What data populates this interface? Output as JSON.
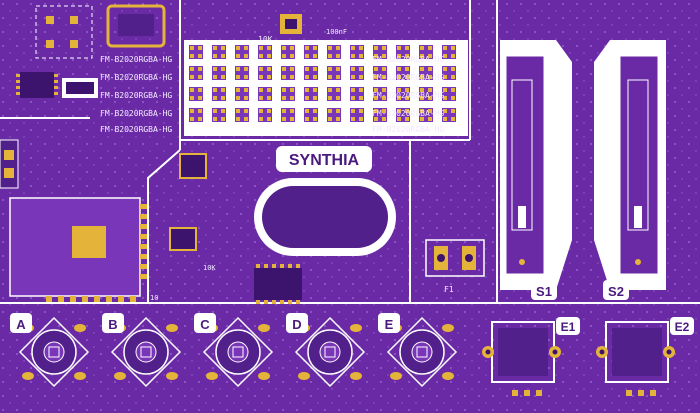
{
  "board": {
    "title": "SYNTHIA",
    "colors": {
      "pcb": "#6a2aa6",
      "pcb_dark": "#51208a",
      "silk": "#ffffff",
      "pad": "#e4b43a",
      "hole": "#3c146e"
    }
  },
  "led_matrix": {
    "part_label": "FM-B2020RGBA-HG"
  },
  "buttons": [
    {
      "label": "A"
    },
    {
      "label": "B"
    },
    {
      "label": "C"
    },
    {
      "label": "D"
    },
    {
      "label": "E"
    }
  ],
  "sliders": [
    {
      "label": "S1"
    },
    {
      "label": "S2"
    }
  ],
  "encoders": [
    {
      "label": "E1"
    },
    {
      "label": "E2"
    }
  ],
  "small_labels": {
    "r_10k": "10K",
    "c_100nf": "100nF",
    "fuse": "F1",
    "c_10": "10"
  }
}
